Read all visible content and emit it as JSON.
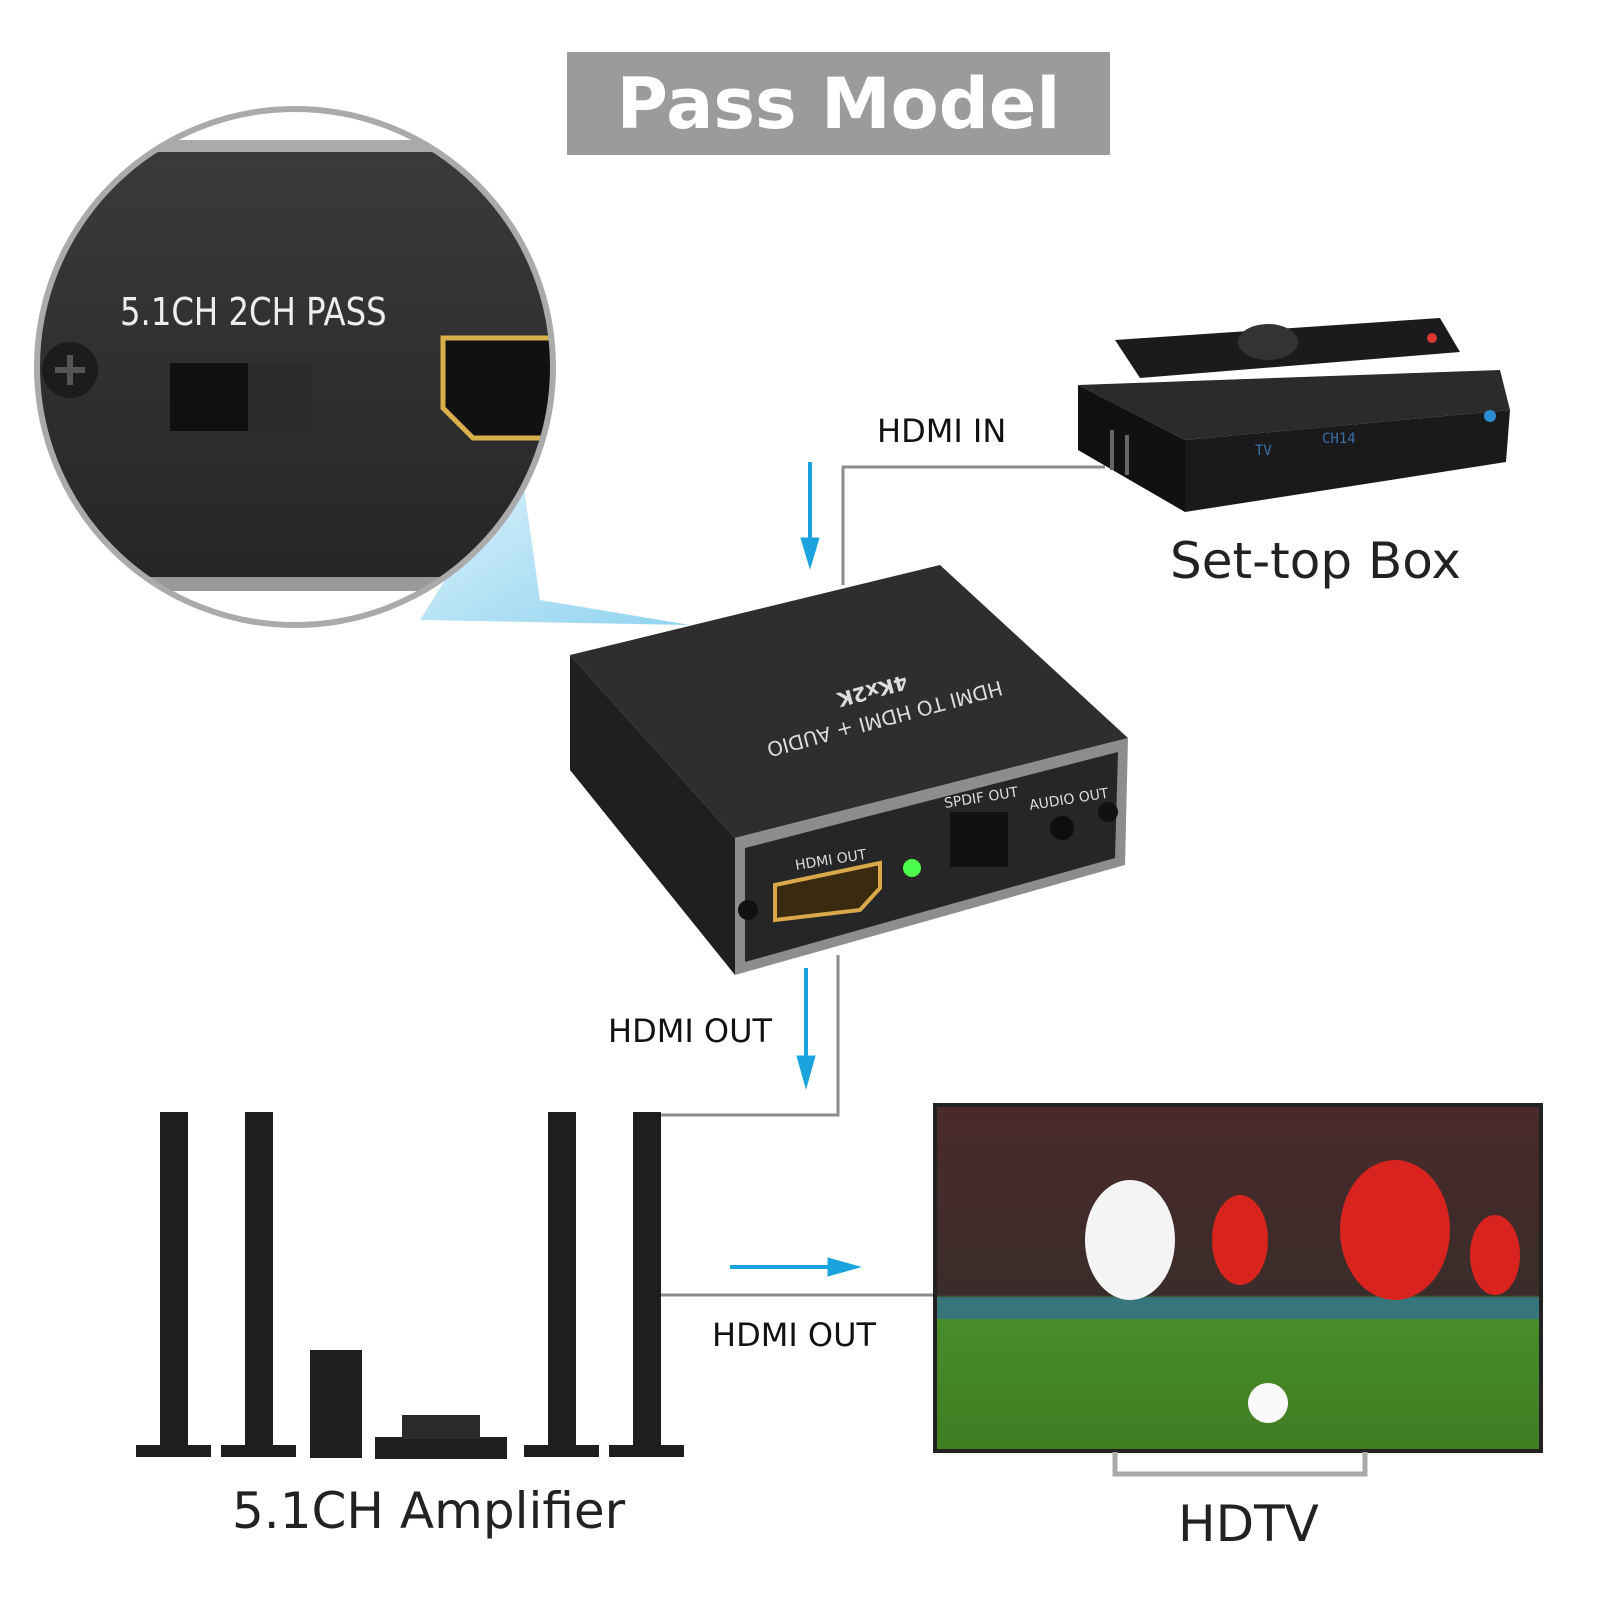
{
  "title": "Pass Model",
  "zoom_inset": {
    "switch_label": "5.1CH 2CH PASS"
  },
  "device": {
    "top_line1": "HDMI TO HDMI + AUDIO",
    "top_line2": "4Kx2K",
    "port_hdmi_out": "HDMI OUT",
    "port_spdif_out": "SPDIF OUT",
    "port_audio_out": "AUDIO OUT"
  },
  "set_top_box": {
    "label": "Set-top Box",
    "display_left": "TV",
    "display_right": "CH14"
  },
  "connections": {
    "hdmi_in": "HDMI IN",
    "hdmi_out_amp": "HDMI OUT",
    "hdmi_out_tv": "HDMI OUT"
  },
  "amplifier": {
    "label": "5.1CH Amplifier"
  },
  "tv": {
    "label": "HDTV"
  },
  "colors": {
    "arrow": "#1aa3dc",
    "line": "#8c8c8c",
    "title_bg": "#9b9b9b"
  }
}
